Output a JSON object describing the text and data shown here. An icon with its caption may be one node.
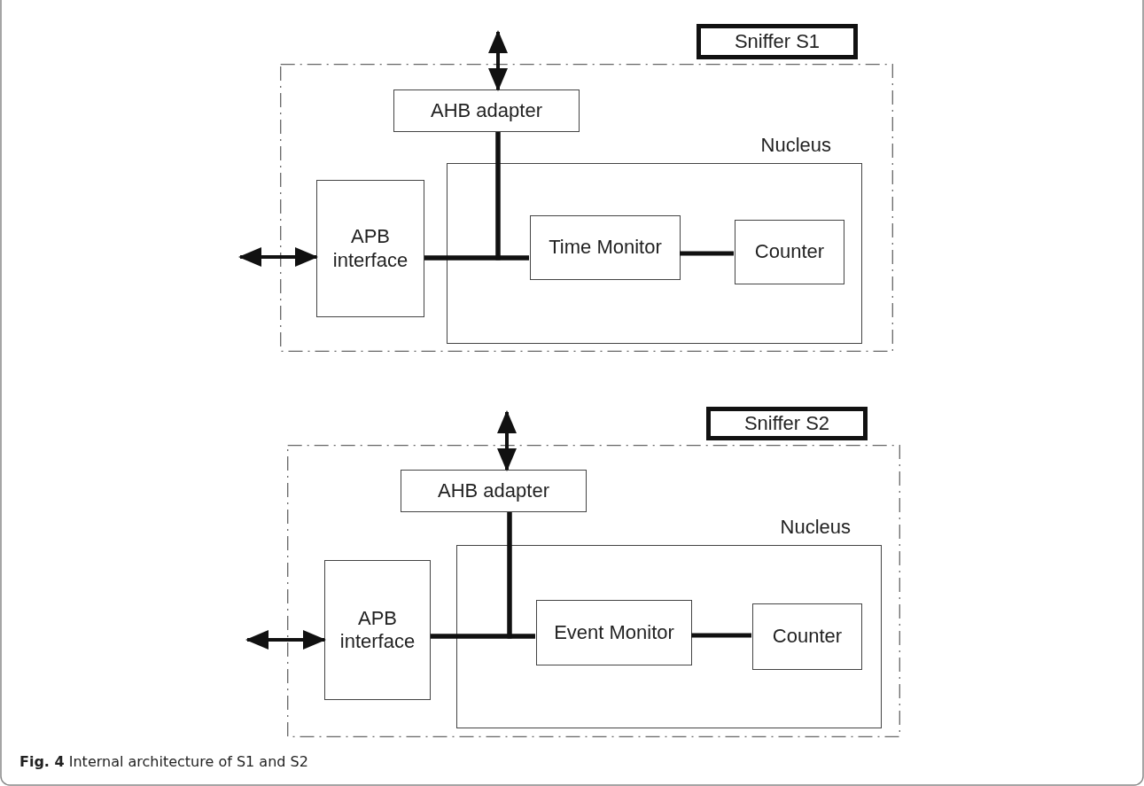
{
  "diagram": {
    "caption": "**Fig. 4** Internal architecture of S1 and S2",
    "nodes": [
      {
        "text": [],
        "shape": "box"
      },
      {
        "text": [
          "Sniffer S1"
        ]
      },
      {
        "text": [
          "AHB adapter"
        ],
        "in": 0
      },
      {
        "text": [
          "APB interface"
        ],
        "in": 0
      },
      {
        "text": [
          "Nucleus"
        ],
        "in": 0
      },
      {
        "text": [
          "Time Monitor"
        ],
        "in": 4
      },
      {
        "text": [
          "Counter"
        ],
        "in": 4
      },
      {
        "text": [],
        "shape": "box"
      },
      {
        "text": [
          "Sniffer S2"
        ]
      },
      {
        "text": [
          "AHB adapter"
        ],
        "in": 7
      },
      {
        "text": [
          "APB interface"
        ],
        "in": 7
      },
      {
        "text": [
          "Nucleus"
        ],
        "in": 7
      },
      {
        "text": [
          "Event Monitor"
        ],
        "in": 11
      },
      {
        "text": [
          "Counter"
        ],
        "in": 11
      }
    ],
    "edges": [
      {
        "from": null,
        "to": 2,
        "arrow": "both"
      },
      {
        "from": null,
        "to": 3,
        "arrow": "both"
      },
      {
        "from": 3,
        "to": 5,
        "arrow": "none"
      },
      {
        "from": 2,
        "to": 5,
        "arrow": "none"
      },
      {
        "from": 3,
        "to": 2,
        "arrow": "none"
      },
      {
        "from": 5,
        "to": 6,
        "arrow": "none"
      },
      {
        "from": null,
        "to": 9,
        "arrow": "both"
      },
      {
        "from": null,
        "to": 10,
        "arrow": "both"
      },
      {
        "from": 10,
        "to": 12,
        "arrow": "none"
      },
      {
        "from": 9,
        "to": 12,
        "arrow": "none"
      },
      {
        "from": 10,
        "to": 9,
        "arrow": "none"
      },
      {
        "from": 12,
        "to": 13,
        "arrow": "none"
      }
    ]
  }
}
